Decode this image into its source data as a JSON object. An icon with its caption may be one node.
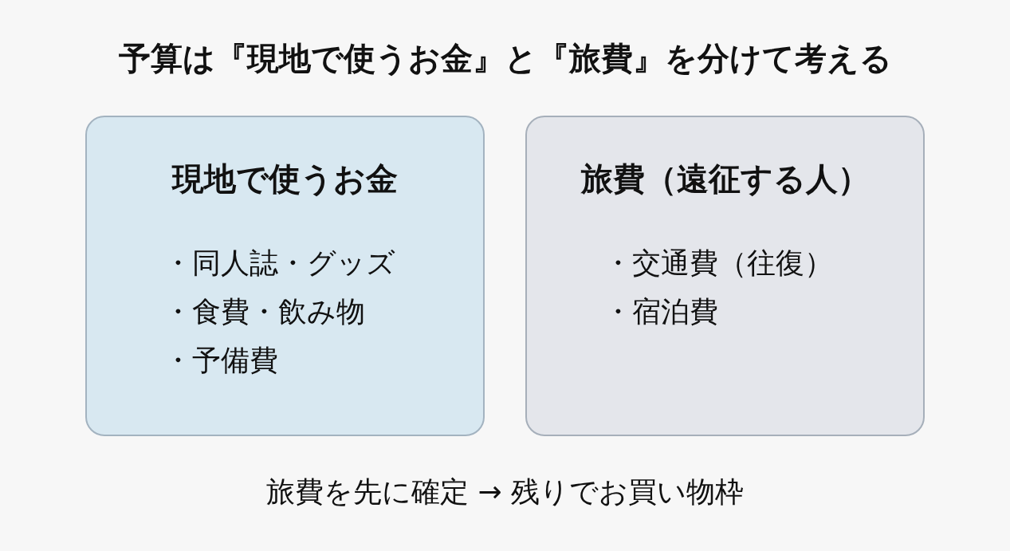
{
  "diagram": {
    "title": "予算は『現地で使うお金』と『旅費』を分けて考える",
    "nodes": [
      {
        "text": [
          "現地で使うお金",
          "・同人誌・グッズ",
          "・食費・飲み物",
          "・予備費"
        ]
      },
      {
        "text": [
          "旅費（遠征する人）",
          "・交通費（往復）",
          "・宿泊費"
        ]
      }
    ],
    "labels": [
      "旅費を先に確定 → 残りでお買い物枠"
    ]
  }
}
